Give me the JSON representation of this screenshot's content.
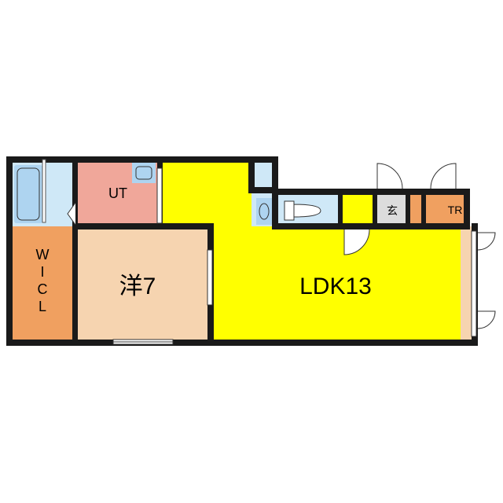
{
  "rooms": {
    "bath": {
      "color": "#cfe8f7"
    },
    "ut": {
      "label": "UT",
      "color": "#f0a79a"
    },
    "wic": {
      "label_lines": [
        "W",
        "I",
        "C",
        "L"
      ],
      "color": "#f0a060"
    },
    "western": {
      "label": "洋7",
      "color": "#f6d4b0"
    },
    "ldk": {
      "label": "LDK13",
      "color": "#ffff00"
    },
    "toilet": {
      "color": "#cfe8f7"
    },
    "genkan": {
      "label": "玄",
      "color": "#dcdcdc"
    },
    "tr": {
      "label": "TR",
      "color": "#f0a060"
    },
    "storage": {
      "color": "#f0a060"
    },
    "balcony": {
      "color": "#f6d4b0"
    }
  },
  "colors": {
    "wall": "#1a1a1a",
    "fixture_blue": "#aed4f0",
    "entry_yellow": "#ffff00"
  }
}
